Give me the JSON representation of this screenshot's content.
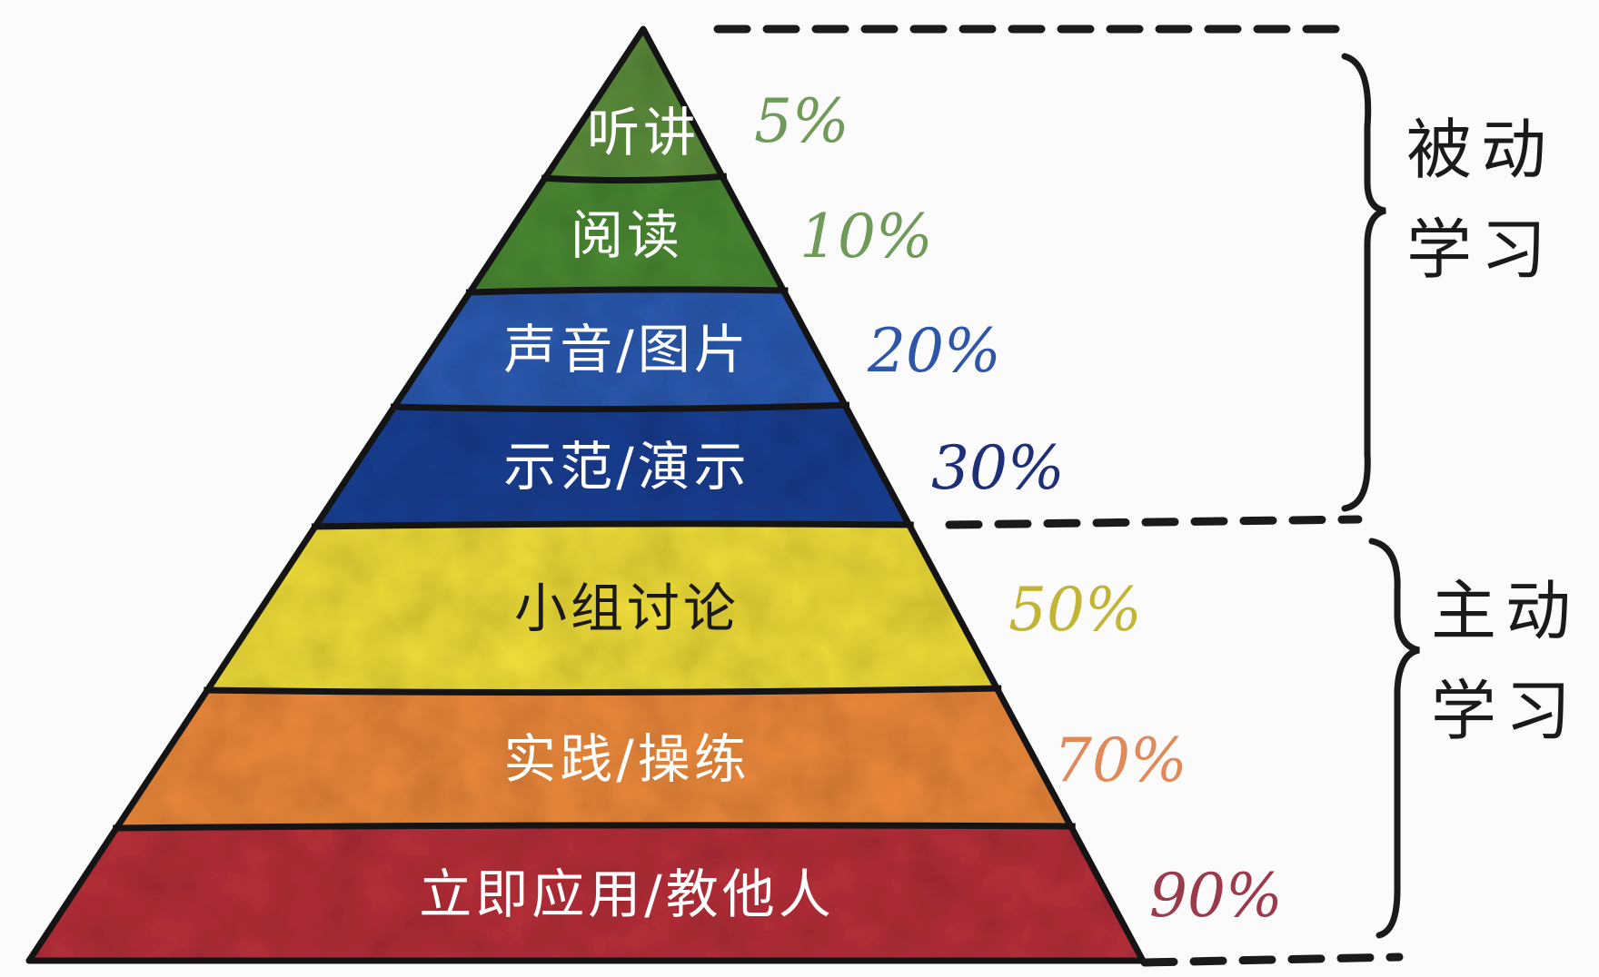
{
  "pyramid": {
    "layers": [
      {
        "label": "听讲",
        "percent": "5%",
        "color": "#5d8f3c",
        "percent_color": "#6f9a5a",
        "text_dark": false
      },
      {
        "label": "阅读",
        "percent": "10%",
        "color": "#4c8a35",
        "percent_color": "#6f9a5a",
        "text_dark": false
      },
      {
        "label": "声音/图片",
        "percent": "20%",
        "color": "#2f5cb3",
        "percent_color": "#2e56a8",
        "text_dark": false
      },
      {
        "label": "示范/演示",
        "percent": "30%",
        "color": "#1f3f93",
        "percent_color": "#1e2f78",
        "text_dark": false
      },
      {
        "label": "小组讨论",
        "percent": "50%",
        "color": "#f1df3a",
        "percent_color": "#c2b535",
        "text_dark": true
      },
      {
        "label": "实践/操练",
        "percent": "70%",
        "color": "#ee8a3c",
        "percent_color": "#e08a5a",
        "text_dark": false
      },
      {
        "label": "立即应用/教他人",
        "percent": "90%",
        "color": "#b8333a",
        "percent_color": "#9b3a4a",
        "text_dark": false
      }
    ]
  },
  "groups": [
    {
      "label_line1": "被动",
      "label_line2": "学习"
    },
    {
      "label_line1": "主动",
      "label_line2": "学习"
    }
  ]
}
